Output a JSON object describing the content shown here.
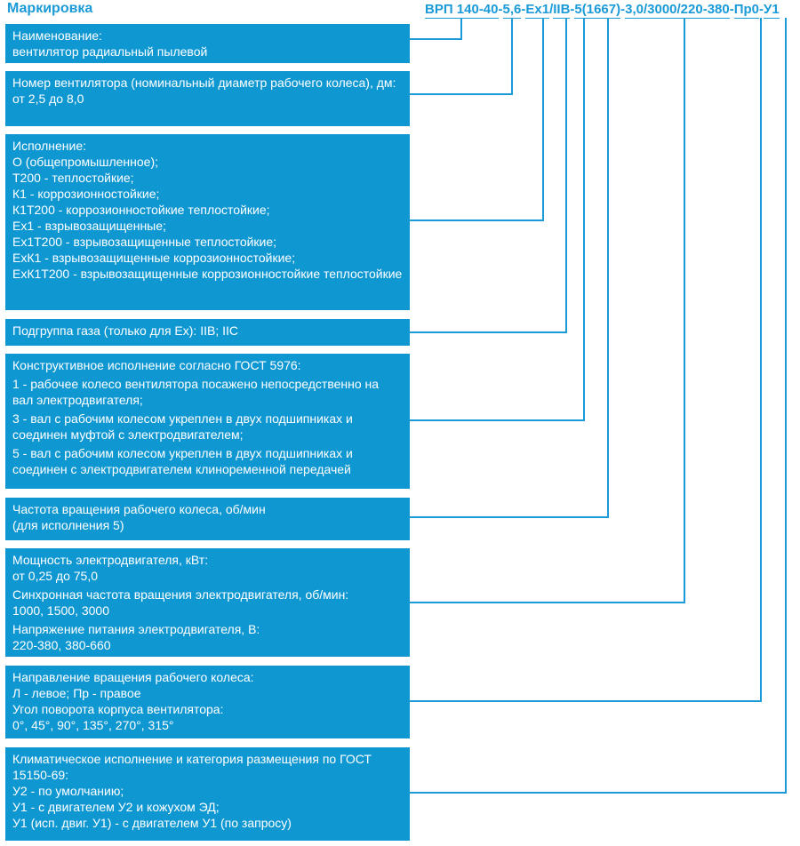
{
  "heading": "Маркировка",
  "code_parts": [
    {
      "text": "ВРП 140-40",
      "sep": "-"
    },
    {
      "text": "5,6",
      "sep": "-"
    },
    {
      "text": "Ех1",
      "sep": "/"
    },
    {
      "text": "IIВ",
      "sep": "-"
    },
    {
      "text": "5",
      "sep": ""
    },
    {
      "text": "(1667)",
      "sep": "-"
    },
    {
      "text": "3,0/3000/220-380",
      "sep": "-"
    },
    {
      "text": "Пр0",
      "sep": "-"
    },
    {
      "text": "У1",
      "sep": ""
    }
  ],
  "boxes": [
    {
      "lines": [
        "Наименование:",
        "вентилятор радиальный пылевой"
      ]
    },
    {
      "lines": [
        "Номер вентилятора (номинальный диаметр рабочего колеса), дм:",
        "от 2,5 до 8,0"
      ]
    },
    {
      "lines": [
        "Исполнение:",
        "О (общепромышленное);",
        "Т200 - теплостойкие;",
        "К1 - коррозионностойкие;",
        "К1Т200 - коррозионностойкие теплостойкие;",
        "Ех1 - взрывозащищенные;",
        "Ех1Т200 - взрывозащищенные теплостойкие;",
        "ЕхК1 - взрывозащищенные коррозионностойкие;",
        "ЕхК1Т200 - взрывозащищенные коррозионностойкие теплостойкие"
      ]
    },
    {
      "lines": [
        "Подгруппа газа (только для Ex): IIB; IIC"
      ]
    },
    {
      "lines": [
        "Конструктивное исполнение согласно ГОСТ 5976:",
        "1 - рабочее колесо вентилятора посажено непосредственно на вал электродвигателя;",
        "3 - вал с рабочим колесом укреплен в двух подшипниках и соединен муфтой с электродвигателем;",
        "5 - вал с рабочим колесом укреплен в двух подшипниках и соединен с электродвигателем клиноременной передачей"
      ]
    },
    {
      "lines": [
        "Частота вращения рабочего колеса, об/мин",
        "(для исполнения 5)"
      ]
    },
    {
      "lines": [
        "Мощность электродвигателя, кВт:",
        "от 0,25 до 75,0",
        "Синхронная частота вращения электродвигателя, об/мин:",
        "1000, 1500, 3000",
        "Напряжение питания электродвигателя, В:",
        "220-380, 380-660"
      ]
    },
    {
      "lines": [
        "Направление вращения рабочего колеса:",
        "Л - левое; Пр - правое",
        "Угол поворота корпуса вентилятора:",
        "0°, 45°, 90°, 135°, 270°, 315°"
      ]
    },
    {
      "lines": [
        "Климатическое исполнение и категория размещения по ГОСТ 15150-69:",
        "У2 - по умолчанию;",
        "У1 - с двигателем У2 и кожухом ЭД;",
        "У1 (исп. двиг. У1) - с двигателем У1 (по запросу)"
      ]
    }
  ],
  "colors": {
    "accent": "#1a9ad6",
    "box": "#0f97d2",
    "text_on_box": "#ffffff"
  }
}
